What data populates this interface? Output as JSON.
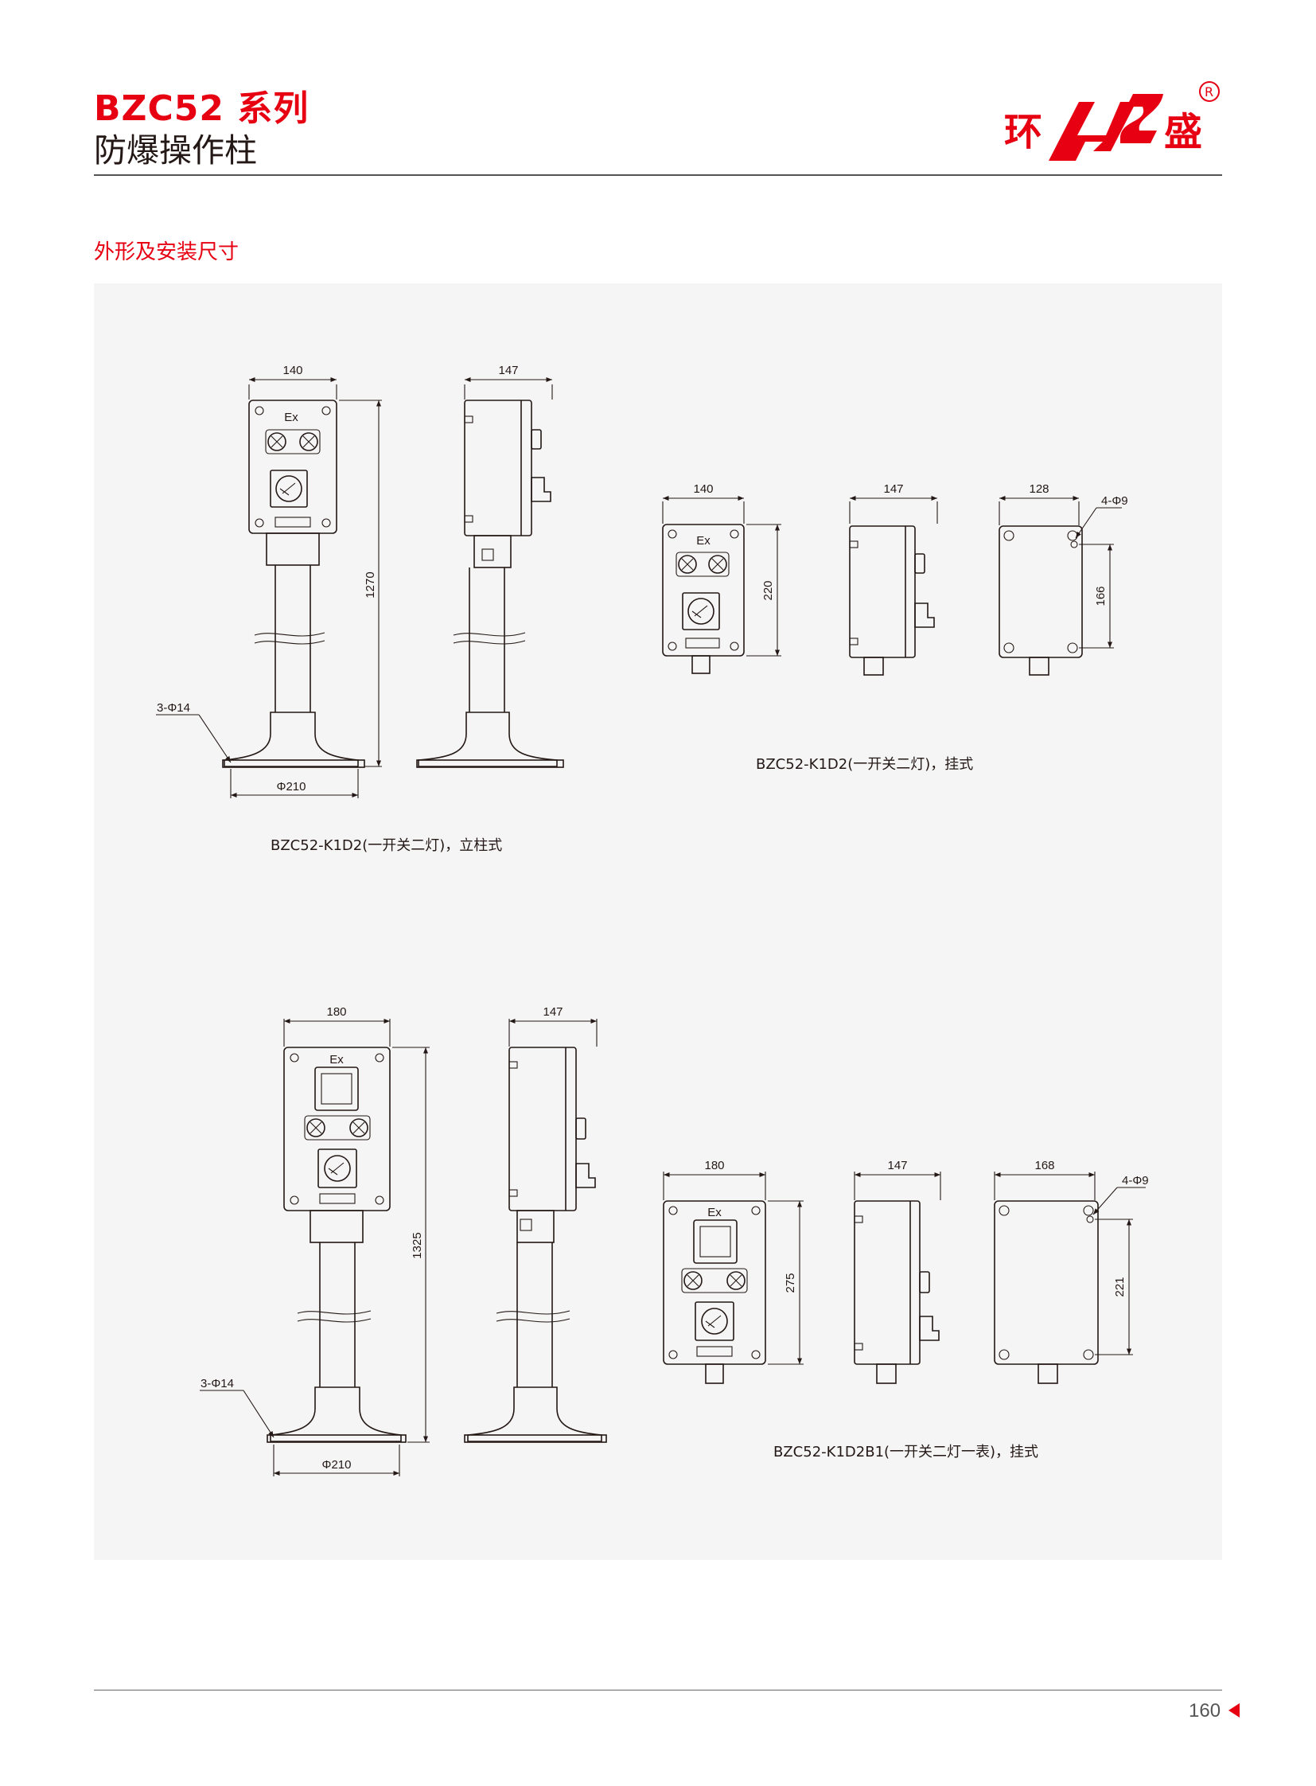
{
  "header": {
    "series": "BZC52 系列",
    "subtitle": "防爆操作柱",
    "logo_left_char": "环",
    "logo_right_char": "盛",
    "logo_mark": "®",
    "brand_color": "#e60012"
  },
  "section": {
    "title": "外形及安装尺寸"
  },
  "drawings": {
    "ex_mark": "Ex",
    "d1": {
      "width": "140",
      "depth": "147",
      "height": "1270",
      "holes": "3-Φ14",
      "base": "Φ210",
      "caption": "BZC52-K1D2(一开关二灯)，立柱式"
    },
    "d2": {
      "width": "140",
      "depth": "147",
      "height": "220",
      "mount_width": "128",
      "mount_holes": "4-Φ9",
      "mount_height": "166",
      "caption": "BZC52-K1D2(一开关二灯)，挂式"
    },
    "d3": {
      "width": "180",
      "depth": "147",
      "height": "1325",
      "holes": "3-Φ14",
      "base": "Φ210"
    },
    "d4": {
      "width": "180",
      "depth": "147",
      "height": "275",
      "mount_width": "168",
      "mount_holes": "4-Φ9",
      "mount_height": "221",
      "caption": "BZC52-K1D2B1(一开关二灯一表)，挂式"
    }
  },
  "footer": {
    "page": "160"
  }
}
